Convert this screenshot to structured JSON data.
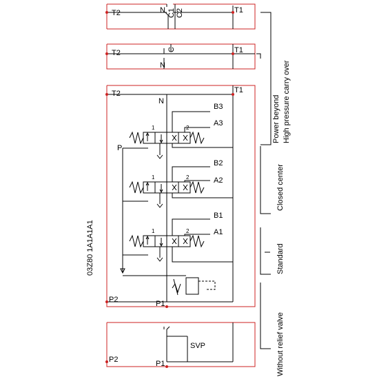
{
  "colors": {
    "outline": "#cc2222",
    "line": "#000000"
  },
  "sections": {
    "power_beyond": {
      "t_left": "T2",
      "n": "N",
      "c1": "C1",
      "c2": "C2",
      "t_right": "T1"
    },
    "closed_center": {
      "t_left": "T2",
      "c": "C",
      "n": "N",
      "t_right": "T1"
    },
    "standard": {
      "t_left": "T2",
      "n": "N",
      "t_right": "T1",
      "p": "P",
      "b3": "B3",
      "a3": "A3",
      "b2": "B2",
      "a2": "A2",
      "b1": "B1",
      "a1": "A1",
      "pos1": "1",
      "pos2": "2",
      "p_left": "P2",
      "p_right": "P1"
    },
    "without_relief": {
      "svp": "SVP",
      "p_left": "P2",
      "p_right": "P1"
    }
  },
  "model_code": "03Z80 1A1A1A1",
  "side_labels": {
    "power_beyond": "Power beyond",
    "high_pressure": "High pressure carry over",
    "closed_center": "Closed center",
    "standard": "Standard",
    "without_relief": "Without relief valve"
  }
}
